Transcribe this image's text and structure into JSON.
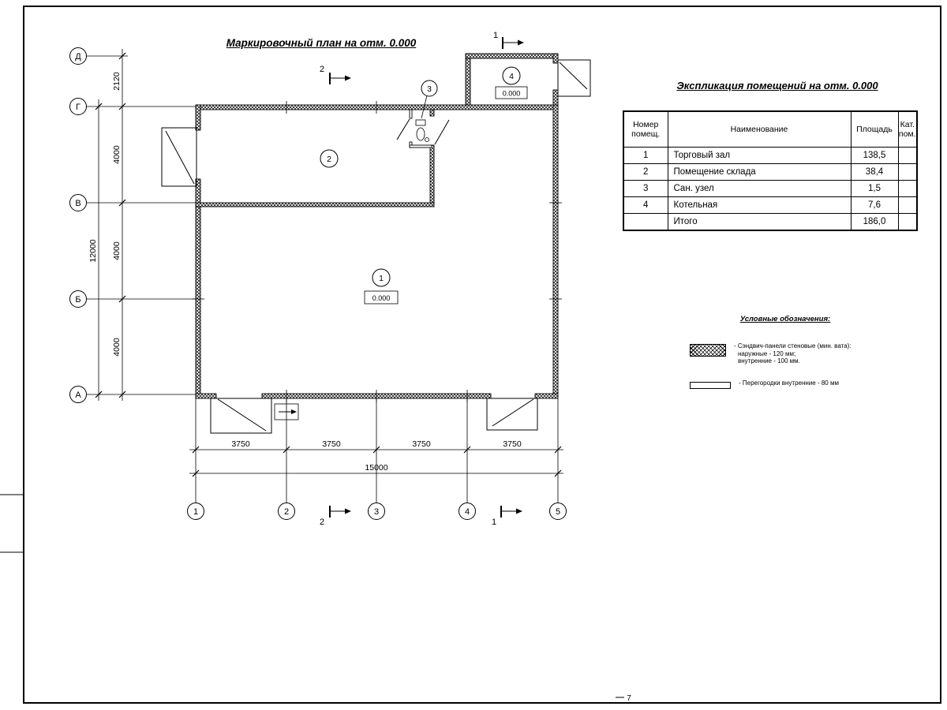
{
  "titles": {
    "plan": "Маркировочный план на отм. 0.000",
    "table": "Экспликация помещений на отм. 0.000",
    "legend": "Условные обозначения:"
  },
  "sheet": {
    "number": "7"
  },
  "axes": {
    "vertical": [
      "Д",
      "Г",
      "В",
      "Б",
      "А"
    ],
    "horizontal": [
      "1",
      "2",
      "3",
      "4",
      "5"
    ]
  },
  "dimensions": {
    "vertical": [
      "2120",
      "4000",
      "4000",
      "4000"
    ],
    "vertical_total": "12000",
    "horizontal": [
      "3750",
      "3750",
      "3750",
      "3750"
    ],
    "horizontal_total": "15000"
  },
  "rooms": {
    "r1": {
      "number": "1",
      "elevation": "0.000"
    },
    "r2": {
      "number": "2"
    },
    "r3": {
      "number": "3"
    },
    "r4": {
      "number": "4",
      "elevation": "0.000"
    }
  },
  "sections": {
    "top_left": "2",
    "top_right": "1",
    "bottom_left": "2",
    "bottom_right": "1"
  },
  "table": {
    "headers": {
      "number": "Номер помещ.",
      "name": "Наименование",
      "area": "Площадь",
      "category": "Кат. пом."
    },
    "rows": [
      {
        "number": "1",
        "name": "Торговый зал",
        "area": "138,5"
      },
      {
        "number": "2",
        "name": "Помещение склада",
        "area": "38,4"
      },
      {
        "number": "3",
        "name": "Сан. узел",
        "area": "1,5"
      },
      {
        "number": "4",
        "name": "Котельная",
        "area": "7,6"
      },
      {
        "number": "",
        "name": "Итого",
        "area": "186,0"
      }
    ]
  },
  "legend": {
    "items": [
      {
        "lines": [
          "- Сэндвич-панели стеновые (мин. вата):",
          "наружные - 120 мм;",
          "внутренние - 100 мм."
        ]
      },
      {
        "lines": [
          "- Перегородки внутренние - 80 мм"
        ]
      }
    ]
  }
}
